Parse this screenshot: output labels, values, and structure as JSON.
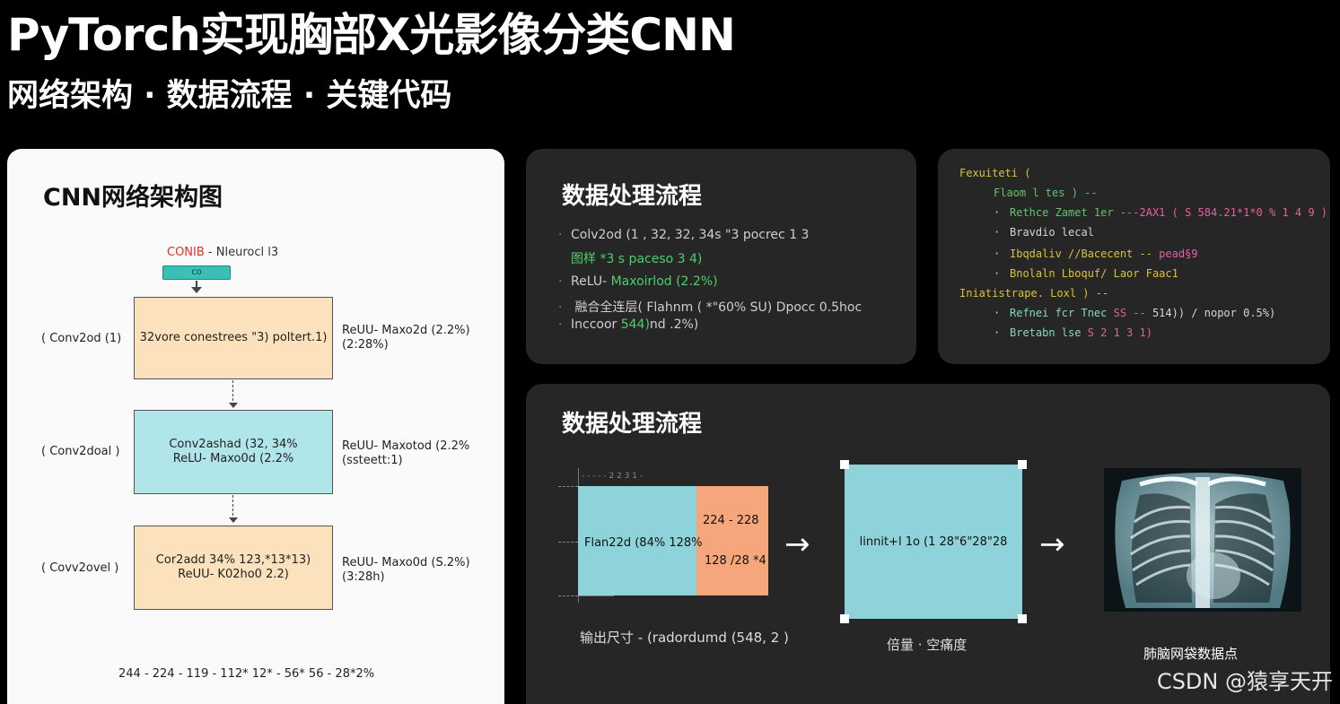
{
  "header": {
    "title": "PyTorch实现胸部X光影像分类CNN",
    "subtitle": "网络架构 · 数据流程 · 关键代码"
  },
  "architecture": {
    "title": "CNN网络架构图",
    "input_label_red": "CONIB",
    "input_label_rest": " - Nleurocl l3",
    "input_bar_text": "co",
    "blocks": [
      {
        "left": "( Conv2od (1)",
        "line1": "32vore conestrees \"3)  poltert.1)",
        "line2": "",
        "right1": "ReUU- Maxo2d (2.2%)",
        "right2": "(2:28%)"
      },
      {
        "left": "( Conv2doal )",
        "line1": "Conv2ashad  (32, 34%",
        "line2": "ReLU- Maxo0d (2.2%",
        "right1": "ReUU- Maxotod (2.2%",
        "right2": "(ssteett:1)"
      },
      {
        "left": "( Covv2ovel )",
        "line1": "Cor2add  34%  123,*13*13)",
        "line2": "ReUU- K02ho0 2.2)",
        "right1": "ReUU- Maxo0d  (S.2%)",
        "right2": "(3:28h)"
      }
    ],
    "dims": "244 - 224 - 119 - 112*  12* - 56*  56 - 28*2%"
  },
  "data_process": {
    "title": "数据处理流程",
    "lines": [
      {
        "text": "Colv2od (1 ,  32,  32,  34s \"3  pocrec 1 3",
        "style": "plain"
      },
      {
        "text": "图样 *3 s paceso 3 4)",
        "style": "green"
      },
      {
        "pre": "ReLU-  ",
        "green": "Maxoirlod (2.2%)",
        "style": "mixed"
      },
      {
        "text": "  融合全连层(  Flahnm  ( *\"60% SU)  Dpocc  0.5hoc",
        "style": "plain"
      },
      {
        "pre": "Inccoor  ",
        "green": "544)",
        "post": "nd  .2%)",
        "style": "mixed"
      }
    ]
  },
  "code": {
    "lines": [
      {
        "indent": 24,
        "bullet": false,
        "segments": [
          {
            "t": "Fexuiteti (",
            "c": "yel"
          }
        ]
      },
      {
        "indent": 62,
        "bullet": false,
        "segments": [
          {
            "t": "Flaom l tes ) -- ",
            "c": "grn"
          }
        ]
      },
      {
        "indent": 62,
        "bullet": true,
        "segments": [
          {
            "t": "Rethce Zamet  1er -",
            "c": "grn"
          },
          {
            "t": "--2AX1 ( S 584.21*1*0 % 1 4 9 )",
            "c": "pink"
          }
        ]
      },
      {
        "indent": 62,
        "bullet": true,
        "segments": [
          {
            "t": "Bravdio lecal",
            "c": "lgt"
          }
        ]
      },
      {
        "indent": 62,
        "bullet": true,
        "segments": [
          {
            "t": "Ibqdaliv //Bacecent  --  ",
            "c": "yel"
          },
          {
            "t": "pead§9",
            "c": "pink"
          }
        ]
      },
      {
        "indent": 62,
        "bullet": true,
        "segments": [
          {
            "t": "Bnolaln  Lboquf/ Laor  Faac1",
            "c": "yel"
          }
        ]
      },
      {
        "indent": 24,
        "bullet": false,
        "segments": [
          {
            "t": "Iniatistrape. Loxl ) -- ",
            "c": "yel"
          }
        ]
      },
      {
        "indent": 62,
        "bullet": true,
        "segments": [
          {
            "t": "Refnei  fcr Tnec ",
            "c": "teal"
          },
          {
            "t": "SS --",
            "c": "pink"
          },
          {
            "t": "  514))  /  nopor  0.5%)",
            "c": "lgt"
          }
        ]
      },
      {
        "indent": 62,
        "bullet": true,
        "segments": [
          {
            "t": "Bretabn  lse ",
            "c": "teal"
          },
          {
            "t": "S 2 1 3 1)",
            "c": "pink"
          }
        ]
      }
    ]
  },
  "flow": {
    "title": "数据处理流程",
    "top_guide": "- - - - - 2 2 3 1 -",
    "tensor_left": "Flan22d (84%  128%",
    "tensor_right_top": "224 - 228",
    "tensor_right_bottom": "128 /28 *4",
    "out_label": "输出尺寸 - (radordumd (548, 2 )",
    "linear_text": "linnit+l 1o (1 28\"6\"28\"28",
    "linear_label": "倍量 · 空痛度",
    "arrow": "→",
    "xray_label": "肺脑网袋数据点"
  },
  "watermark": "CSDN @猿享天开"
}
